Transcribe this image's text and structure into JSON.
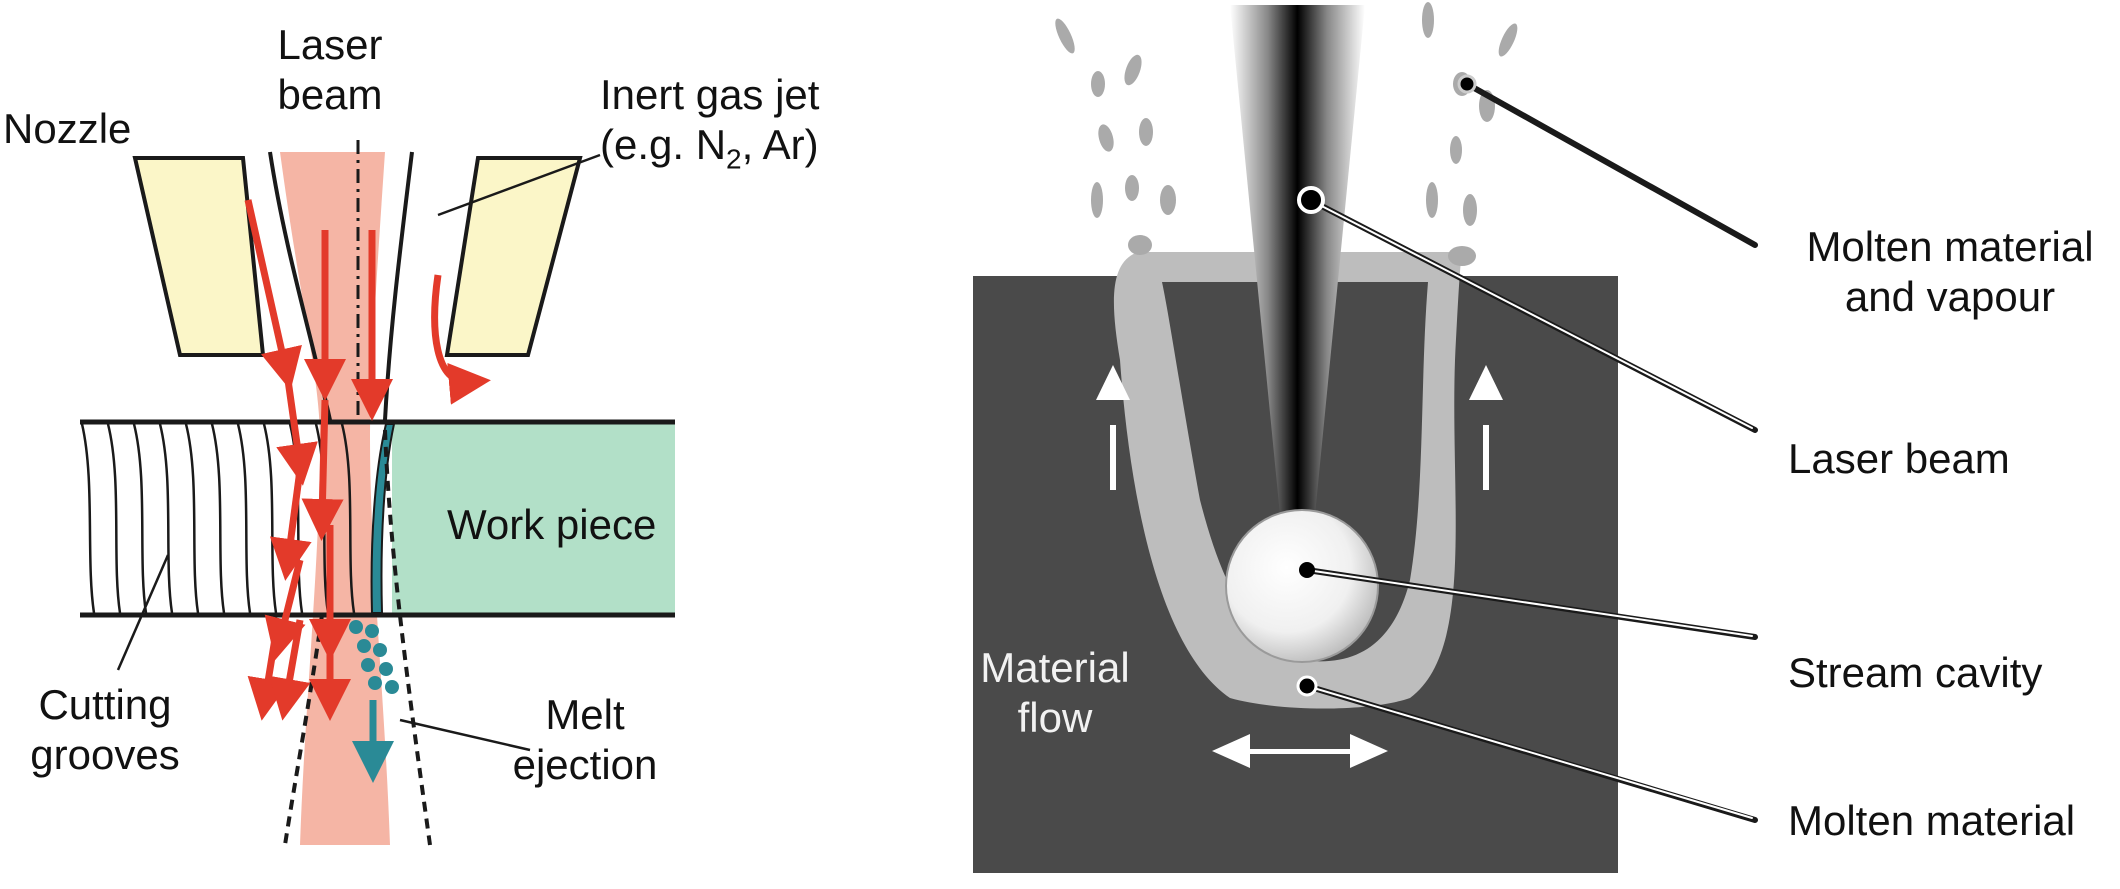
{
  "left_panel": {
    "labels": {
      "laser_beam_line1": "Laser",
      "laser_beam_line2": "beam",
      "nozzle": "Nozzle",
      "inert_gas_line1": "Inert gas jet",
      "inert_gas_line2_prefix": "(e.g. N",
      "inert_gas_line2_sub": "2",
      "inert_gas_line2_suffix": ", Ar)",
      "work_piece": "Work piece",
      "cutting_grooves_line1": "Cutting",
      "cutting_grooves_line2": "grooves",
      "melt_ejection_line1": "Melt",
      "melt_ejection_line2": "ejection"
    },
    "colors": {
      "laser_beam": "#f5b5a5",
      "nozzle": "#fbf6c8",
      "work_piece": "#b2e0c8",
      "gas_arrows": "#e33a2a",
      "melt": "#2a8a96"
    }
  },
  "right_panel": {
    "labels": {
      "material_flow_line1": "Material",
      "material_flow_line2": "flow",
      "molten_vapour_line1": "Molten material",
      "molten_vapour_line2": "and vapour",
      "laser_beam": "Laser beam",
      "stream_cavity": "Stream cavity",
      "molten_material": "Molten material"
    },
    "colors": {
      "block": "#4a4a4a",
      "molten_layer": "#bdbdbd",
      "beam": "#000000"
    }
  }
}
